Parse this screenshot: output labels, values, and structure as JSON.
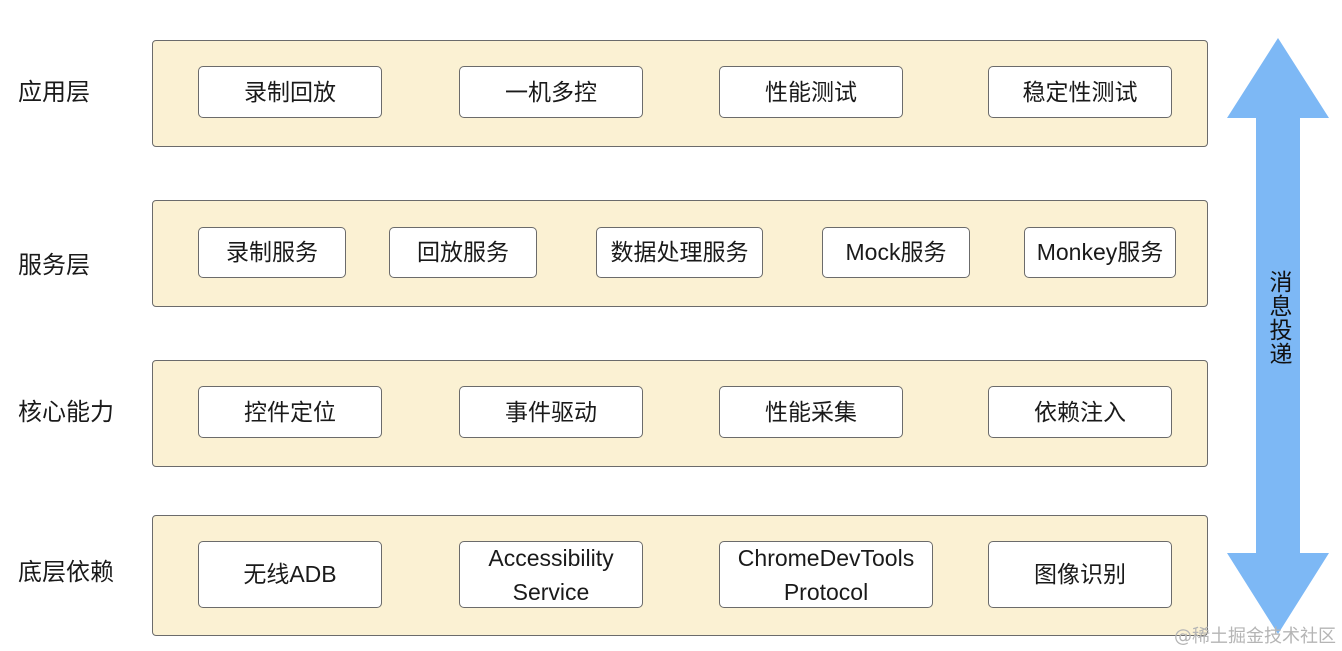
{
  "layers": [
    {
      "label": "应用层",
      "items": [
        "录制回放",
        "一机多控",
        "性能测试",
        "稳定性测试"
      ]
    },
    {
      "label": "服务层",
      "items": [
        "录制服务",
        "回放服务",
        "数据处理服务",
        "Mock服务",
        "Monkey服务"
      ]
    },
    {
      "label": "核心能力",
      "items": [
        "控件定位",
        "事件驱动",
        "性能采集",
        "依赖注入"
      ]
    },
    {
      "label": "底层依赖",
      "items": [
        "无线ADB",
        [
          "Accessibility",
          "Service"
        ],
        [
          "ChromeDevTools",
          "Protocol"
        ],
        "图像识别"
      ]
    }
  ],
  "arrow": {
    "label": "消息投递",
    "color": "#7db8f5"
  },
  "watermark": "@稀土掘金技术社区",
  "colors": {
    "band_fill": "#fbf1d3",
    "border": "#6b6b6b"
  }
}
